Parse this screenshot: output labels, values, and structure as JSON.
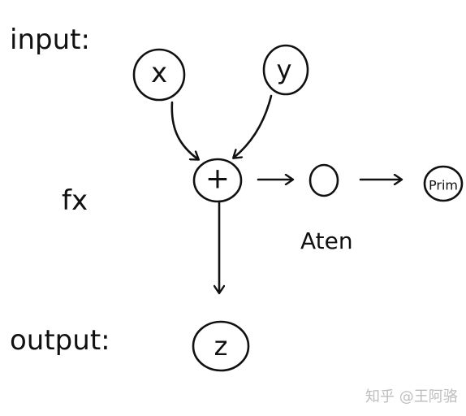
{
  "labels": {
    "input": "input:",
    "fx": "fx",
    "output": "output:",
    "aten": "Aten"
  },
  "nodes": {
    "x": "x",
    "y": "y",
    "plus": "+",
    "aten_node": "",
    "prim": "Prim",
    "z": "z"
  },
  "watermark": "知乎 @王阿骆",
  "colors": {
    "ink": "#111111",
    "background": "#ffffff",
    "watermark": "#bdbdbd"
  }
}
